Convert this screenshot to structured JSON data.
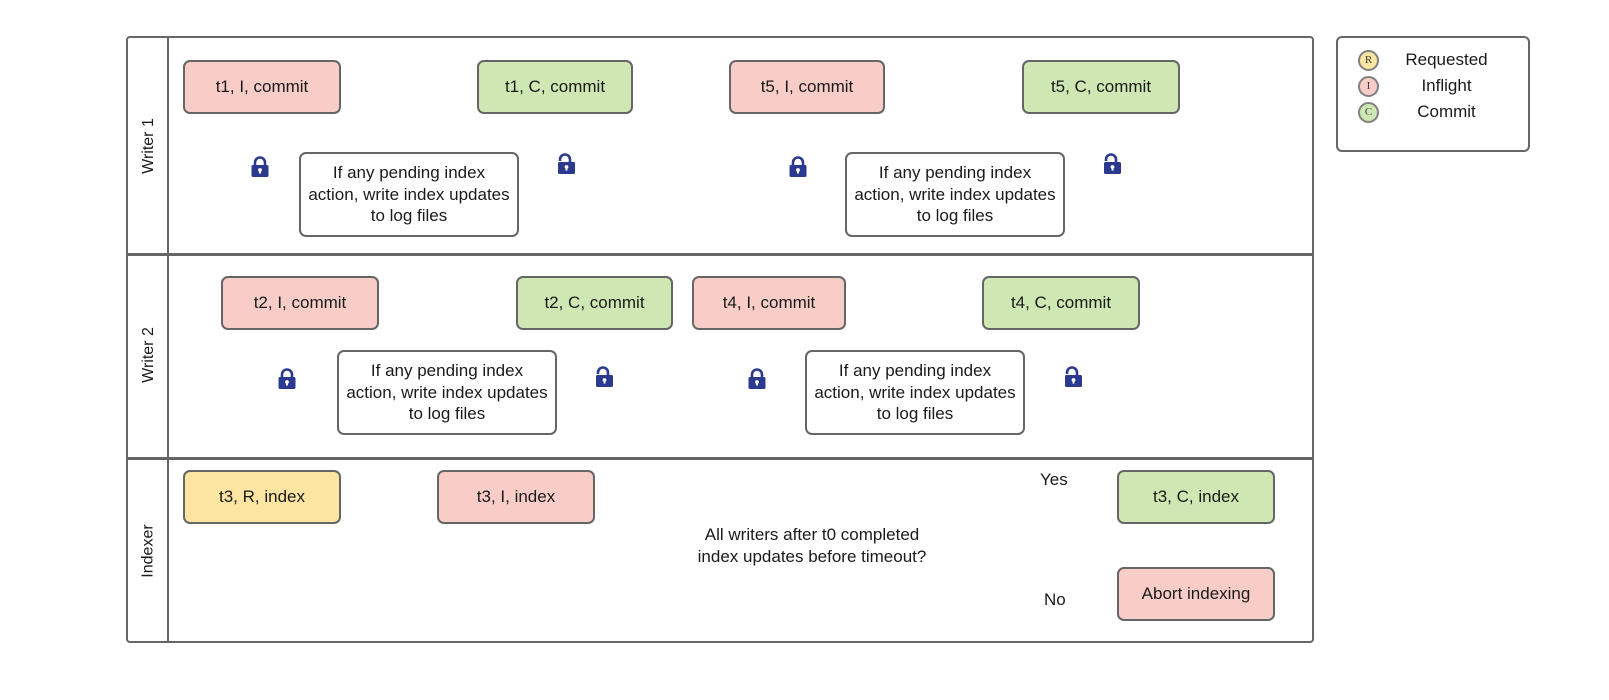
{
  "pool": {
    "lanes": [
      {
        "label": "Writer 1"
      },
      {
        "label": "Writer 2"
      },
      {
        "label": "Indexer"
      }
    ]
  },
  "nodes": {
    "w1_t1_i": "t1, I, commit",
    "w1_t1_c": "t1, C, commit",
    "w1_t5_i": "t5, I, commit",
    "w1_t5_c": "t5, C, commit",
    "w1_proc_left": "If any pending index action, write index updates to log files",
    "w1_proc_right": "If any pending index action, write index updates to log files",
    "w2_t2_i": "t2, I, commit",
    "w2_t2_c": "t2, C, commit",
    "w2_t4_i": "t4, I, commit",
    "w2_t4_c": "t4, C, commit",
    "w2_proc_left": "If any pending index action, write index updates to log files",
    "w2_proc_right": "If any pending index action, write index updates to log files",
    "ix_t3_r": "t3, R, index",
    "ix_t3_i": "t3, I, index",
    "ix_decision": "All writers after t0 completed index updates before timeout?",
    "ix_t3_c": "t3, C, index",
    "ix_abort": "Abort indexing"
  },
  "edge_labels": {
    "yes": "Yes",
    "no": "No"
  },
  "icons": {
    "lock_closed": "lock-closed-icon",
    "lock_open": "lock-open-icon"
  },
  "legend": {
    "items": [
      {
        "letter": "R",
        "label": "Requested",
        "color": "#fbe5a0"
      },
      {
        "letter": "I",
        "label": "Inflight",
        "color": "#f8cdc8"
      },
      {
        "letter": "C",
        "label": "Commit",
        "color": "#cfe8b3"
      }
    ]
  },
  "colors": {
    "inflight": "#f8cdc8",
    "commit": "#cfe8b3",
    "requested": "#fbe5a0",
    "stroke": "#666666",
    "lock": "#2b3a8f",
    "text": "#1a1a1a"
  }
}
